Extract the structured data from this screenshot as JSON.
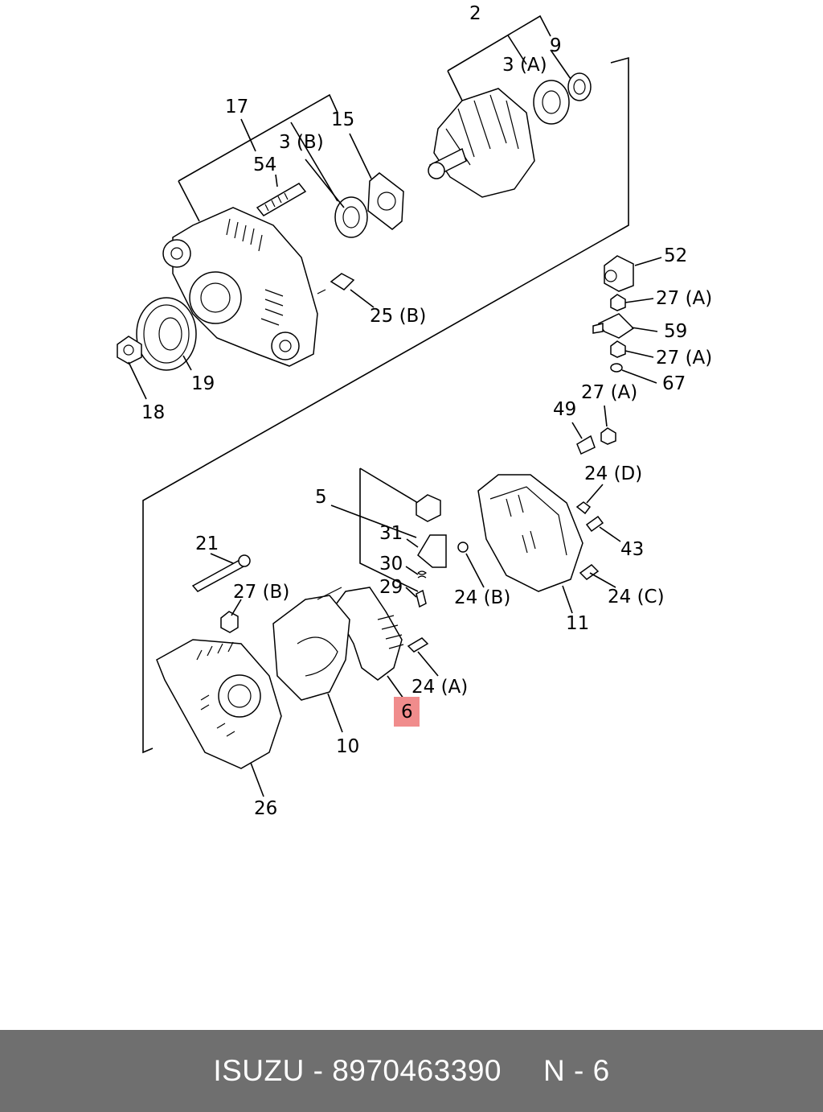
{
  "diagram": {
    "callouts": {
      "c2": "2",
      "c3a": "3 (A)",
      "c9": "9",
      "c17": "17",
      "c3b": "3 (B)",
      "c15": "15",
      "c54": "54",
      "c52": "52",
      "c27a_1": "27 (A)",
      "c59": "59",
      "c27a_2": "27 (A)",
      "c67": "67",
      "c25b": "25 (B)",
      "c19": "19",
      "c18": "18",
      "c49": "49",
      "c27a_3": "27 (A)",
      "c24d": "24 (D)",
      "c43": "43",
      "c5": "5",
      "c31": "31",
      "c30": "30",
      "c29": "29",
      "c24b": "24 (B)",
      "c11": "11",
      "c24c": "24 (C)",
      "c21": "21",
      "c27b": "27 (B)",
      "c24a": "24 (A)",
      "c6": "6",
      "c10": "10",
      "c26": "26"
    },
    "highlight_color": "#f08c8c"
  },
  "footer": {
    "brand": "ISUZU - 8970463390",
    "position": "N - 6",
    "background": "#6f6f6f"
  }
}
